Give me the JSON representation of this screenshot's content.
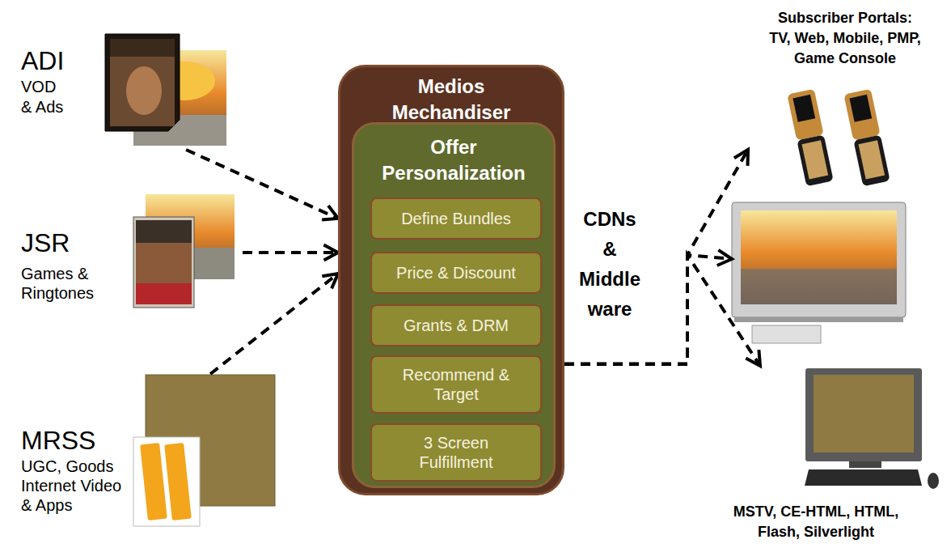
{
  "diagram": {
    "nodes": [
      {
        "text": [
          "ADI",
          "VOD & Ads"
        ]
      },
      {
        "text": [
          "JSR",
          "Games & Ringtones"
        ]
      },
      {
        "text": [
          "MRSS",
          "UGC, Goods Internet Video & Apps"
        ]
      },
      {
        "text": [
          "Medios Mechandiser"
        ]
      },
      {
        "text": [
          "Offer Personalization"
        ],
        "in": 3
      },
      {
        "text": [
          "Define Bundles"
        ],
        "in": 4
      },
      {
        "text": [
          "Price & Discount"
        ],
        "in": 4
      },
      {
        "text": [
          "Grants & DRM"
        ],
        "in": 4
      },
      {
        "text": [
          "Recommend & Target"
        ],
        "in": 4
      },
      {
        "text": [
          "3 Screen Fulfillment"
        ],
        "in": 4
      },
      {
        "text": [
          "Subscriber Portals: TV, Web, Mobile, PMP, Game Console"
        ]
      },
      {
        "text": []
      },
      {
        "text": [
          "MSTV, CE-HTML, HTML, Flash, Silverlight"
        ]
      }
    ],
    "edges": [
      {
        "from": 0,
        "to": 3,
        "arrow": "to"
      },
      {
        "from": 1,
        "to": 3,
        "arrow": "to"
      },
      {
        "from": 2,
        "to": 3,
        "arrow": "to"
      },
      {
        "from": 3,
        "to": 10,
        "arrow": "to"
      },
      {
        "from": 3,
        "to": 11,
        "arrow": "to"
      },
      {
        "from": 3,
        "to": 12,
        "arrow": "to"
      }
    ],
    "labels": [
      "CDNs & Middle ware"
    ]
  }
}
